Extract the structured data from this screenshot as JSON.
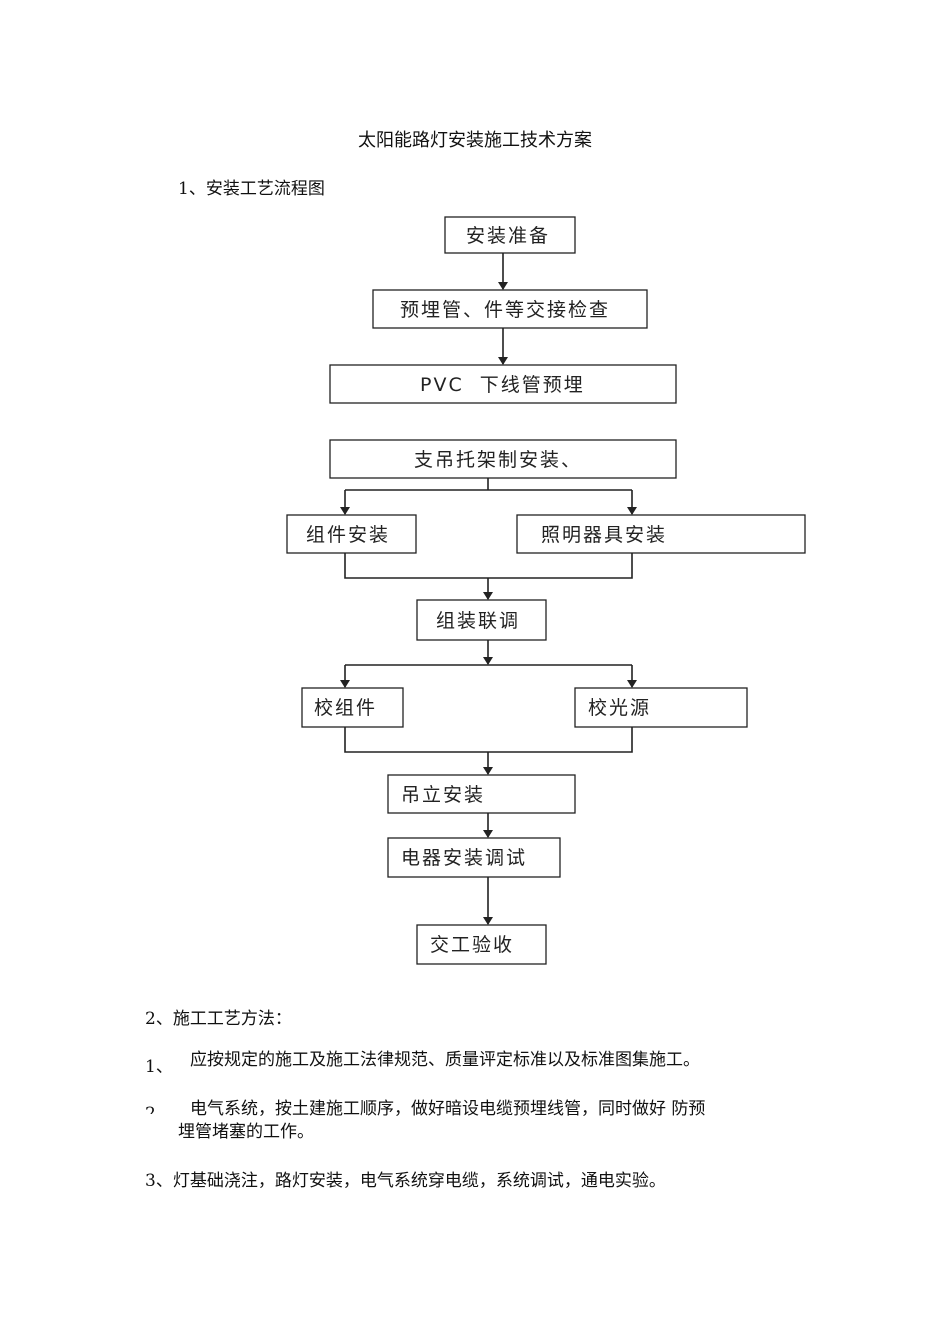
{
  "title": "太阳能路灯安装施工技术方案",
  "section1": {
    "heading": "1、安装工艺流程图"
  },
  "flowchart": {
    "steps": [
      "安装准备",
      "预埋管、件等交接检查",
      "PVC  下线管预埋",
      "支吊托架制安装、",
      "组件安装",
      "照明器具安装",
      "组装联调",
      "校组件",
      "校光源",
      "吊立安装",
      "电器安装调试",
      "交工验收"
    ]
  },
  "section2": {
    "heading": "2、施工工艺方法：",
    "items": [
      {
        "num": "1、",
        "text": "应按规定的施工及施工法律规范、质量评定标准以及标准图集施工。"
      },
      {
        "num": "2",
        "text": "电气系统，按土建施工顺序，做好暗设电缆预埋线管，同时做好  防预",
        "text2": "埋管堵塞的工作。"
      },
      {
        "num": "",
        "text": "3、灯基础浇注，路灯安装，电气系统穿电缆，系统调试，通电实验。"
      }
    ]
  }
}
